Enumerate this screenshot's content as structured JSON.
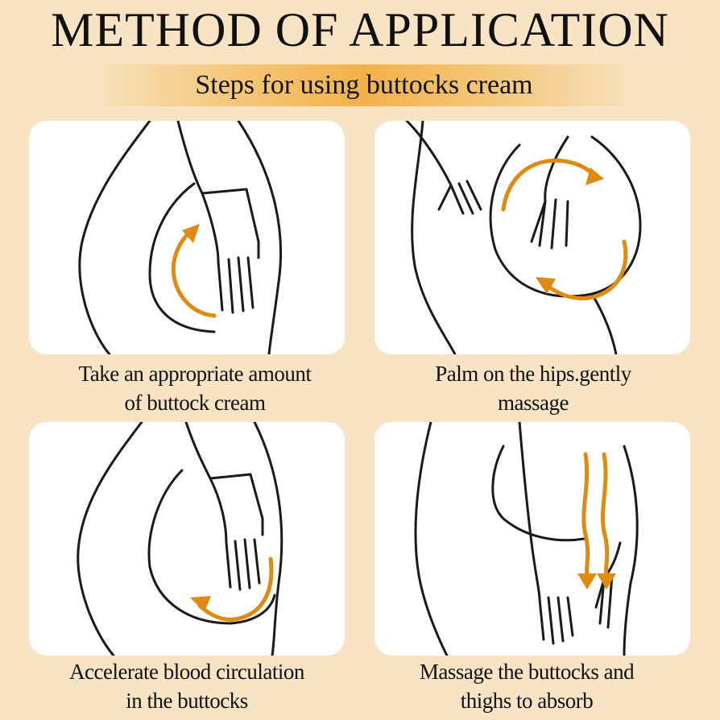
{
  "title": "METHOD OF APPLICATION",
  "subtitle": "Steps for using buttocks cream",
  "accent_color": "#e08a12",
  "steps": [
    {
      "line1": "Take an appropriate amount",
      "line2": "of buttock cream",
      "icon": "hand-circular-arrow-icon"
    },
    {
      "line1": "Palm on the hips.gently",
      "line2": "massage",
      "icon": "hand-rotating-arrows-icon"
    },
    {
      "line1": "Accelerate blood circulation",
      "line2": "in the buttocks",
      "icon": "hand-lower-arrow-icon"
    },
    {
      "line1": "Massage the buttocks and",
      "line2": "thighs to absorb",
      "icon": "hand-downward-arrows-icon"
    }
  ]
}
